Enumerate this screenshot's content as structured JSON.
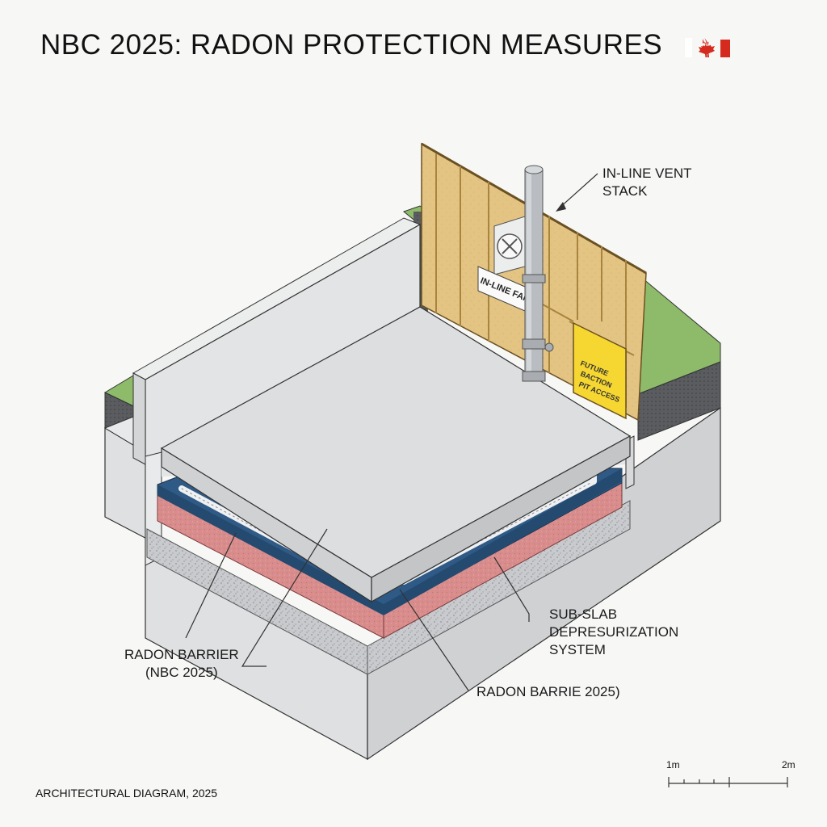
{
  "title": "NBC 2025: RADON PROTECTION MEASURES",
  "flag_icon": "canada-flag-icon",
  "labels": {
    "vent_stack": [
      "IN-LINE VENT",
      "STACK"
    ],
    "inline_fan": "IN-LINE FAN",
    "future_access": [
      "FUTURE",
      "BACTION",
      "PIT ACCESS"
    ],
    "sub_slab": [
      "SUB-SLAB",
      "DEPRESURIZATION",
      "SYSTEM"
    ],
    "radon_barrier_left": [
      "RADON BARRIER",
      "(NBC 2025)"
    ],
    "radon_barrier_bottom": "RADON BARRIE 2025)"
  },
  "caption": "ARCHITECTURAL DIAGRAM, 2025",
  "scale": {
    "start": "1m",
    "end": "2m"
  },
  "colors": {
    "wood": "#e3c483",
    "slab": "#dcdedf",
    "barrier_blue": "#2f5a86",
    "red_layer": "#d98c8c",
    "gravel": "#c8cacd",
    "grass": "#8dbb6a",
    "warning_yellow": "#f6d630"
  }
}
